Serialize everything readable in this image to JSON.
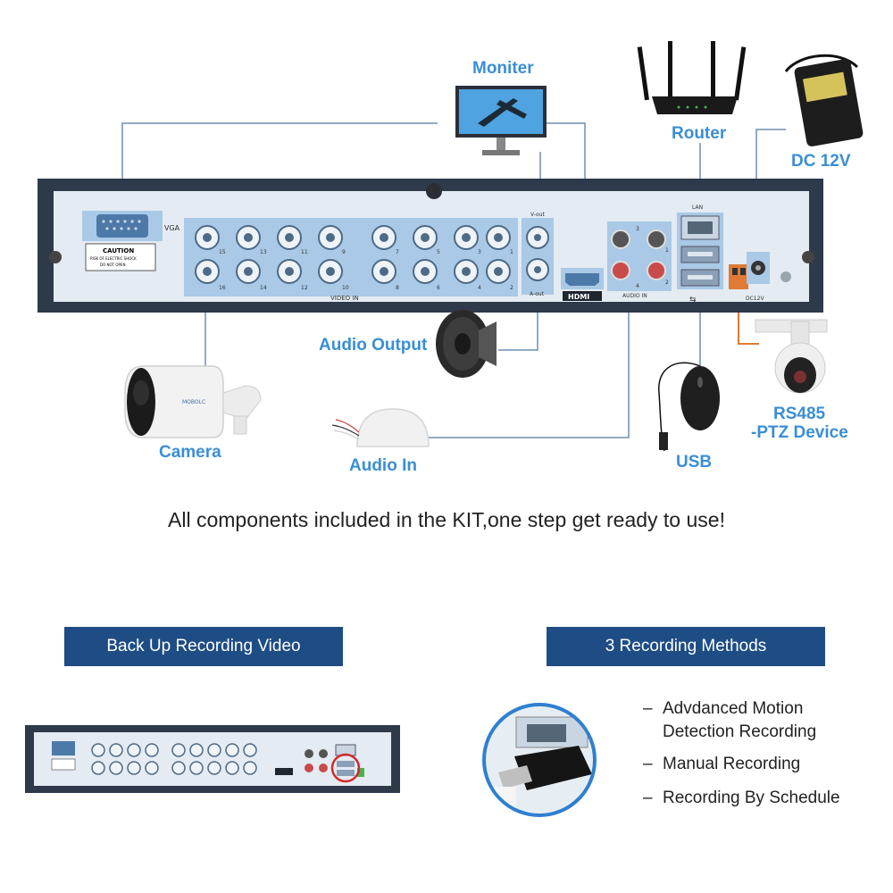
{
  "labels": {
    "monitor": "Moniter",
    "router": "Router",
    "dc12v": "DC 12V",
    "audio_output": "Audio Output",
    "camera": "Camera",
    "audio_in": "Audio In",
    "usb": "USB",
    "rs485_line1": "RS485",
    "rs485_line2": "-PTZ Device"
  },
  "panel": {
    "vga": "VGA",
    "caution_title": "CAUTION",
    "caution_text1": "RISK OF ELECTRIC SHOCK",
    "caution_text2": "DO NOT OPEN",
    "video_in": "VIDEO IN",
    "v_out": "V-out",
    "a_out": "A-out",
    "hdmi": "HDMI",
    "audio_in": "AUDIO IN",
    "lan": "LAN",
    "dc12v": "DC12V",
    "bnc_top": [
      "15",
      "13",
      "11",
      "9",
      "7",
      "5",
      "3",
      "1"
    ],
    "bnc_bottom": [
      "16",
      "14",
      "12",
      "10",
      "8",
      "6",
      "4",
      "2"
    ],
    "audio_nums": [
      "3",
      "1",
      "4",
      "2"
    ]
  },
  "camera_brand": "MOBOLC",
  "tagline": "All components included in the KIT,one step get ready to use!",
  "banners": {
    "backup": "Back Up Recording Video",
    "methods": "3 Recording Methods"
  },
  "methods": [
    {
      "line1": "Advdanced Motion",
      "line2": "Detection Recording"
    },
    {
      "line1": "Manual Recording"
    },
    {
      "line1": "Recording By Schedule"
    }
  ],
  "colors": {
    "accent_blue": "#3a8ed6",
    "banner_navy": "#1e4d85",
    "connector_blue": "#a9c9e6",
    "panel_body": "#2e3a4a",
    "rs485_orange": "#e07a35"
  }
}
